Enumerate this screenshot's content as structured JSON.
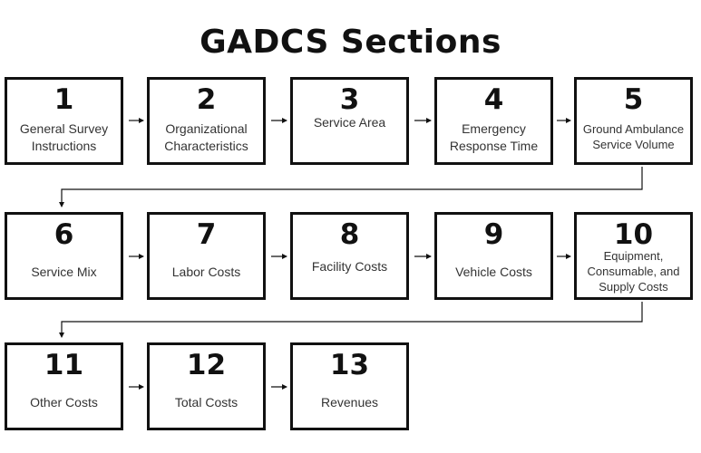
{
  "title": "GADCS Sections",
  "sections": [
    {
      "number": "1",
      "label": "General Survey Instructions"
    },
    {
      "number": "2",
      "label": "Organizational Characteristics"
    },
    {
      "number": "3",
      "label": "Service Area"
    },
    {
      "number": "4",
      "label": "Emergency Response Time"
    },
    {
      "number": "5",
      "label": "Ground Ambulance Service Volume"
    },
    {
      "number": "6",
      "label": "Service Mix"
    },
    {
      "number": "7",
      "label": "Labor Costs"
    },
    {
      "number": "8",
      "label": "Facility Costs"
    },
    {
      "number": "9",
      "label": "Vehicle Costs"
    },
    {
      "number": "10",
      "label": "Equipment, Consumable, and Supply Costs"
    },
    {
      "number": "11",
      "label": "Other Costs"
    },
    {
      "number": "12",
      "label": "Total Costs"
    },
    {
      "number": "13",
      "label": "Revenues"
    }
  ],
  "colors": {
    "stroke": "#111111",
    "label_text": "#333333",
    "background": "#ffffff"
  }
}
